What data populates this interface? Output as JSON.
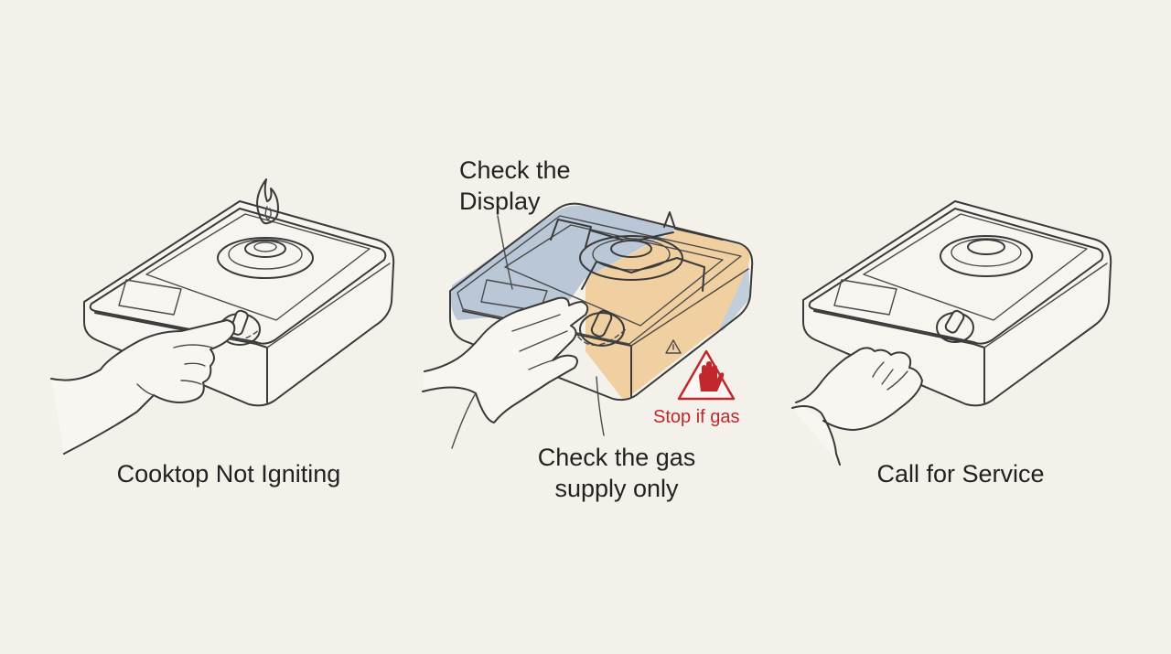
{
  "panels": {
    "left": {
      "caption": "Cooktop Not Igniting"
    },
    "middle": {
      "top_label_line1": "Check the",
      "top_label_line2": "Display",
      "bottom_label_line1": "Check the gas",
      "bottom_label_line2": "supply only",
      "warning_text": "Stop if gas"
    },
    "right": {
      "caption": "Call for Service"
    }
  },
  "colors": {
    "background": "#f4f1ea",
    "ink": "#3a3a3a",
    "highlight_blue": "#aebfd4",
    "highlight_orange": "#efc993",
    "warning_red": "#c0282d"
  },
  "icons": [
    "flame-icon",
    "warning-triangle-icon",
    "stop-hand-icon"
  ]
}
